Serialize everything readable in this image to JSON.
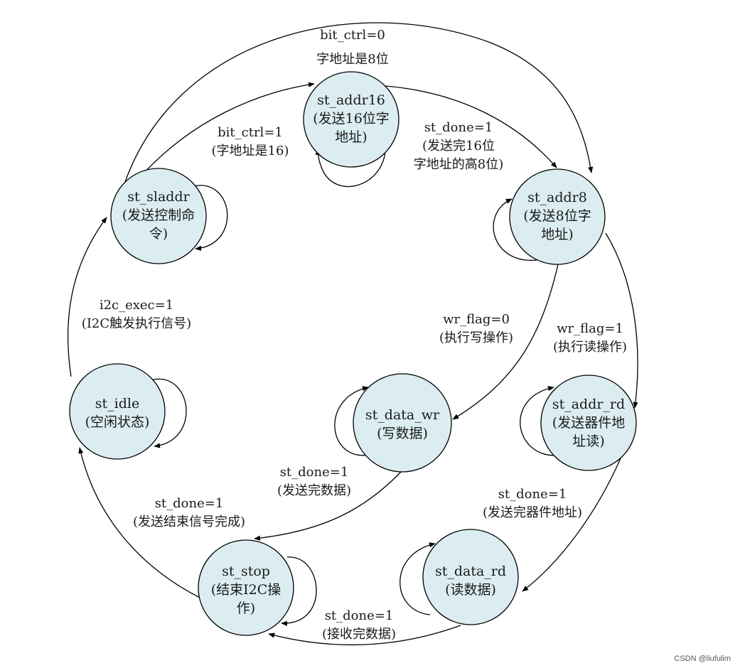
{
  "states": {
    "st_addr16": [
      "st_addr16",
      "(发送16位字",
      "地址)"
    ],
    "st_sladdr": [
      "st_sladdr",
      "(发送控制命",
      "令)"
    ],
    "st_addr8": [
      "st_addr8",
      "(发送8位字",
      "地址)"
    ],
    "st_idle": [
      "st_idle",
      "(空闲状态)"
    ],
    "st_data_wr": [
      "st_data_wr",
      "(写数据)"
    ],
    "st_addr_rd": [
      "st_addr_rd",
      "(发送器件地",
      "址读)"
    ],
    "st_stop": [
      "st_stop",
      "(结束I2C操",
      "作)"
    ],
    "st_data_rd": [
      "st_data_rd",
      "(读数据)"
    ]
  },
  "transitions": {
    "sladdr_to_addr8": [
      "bit_ctrl=0",
      "字地址是8位"
    ],
    "sladdr_to_addr16": [
      "bit_ctrl=1",
      "(字地址是16)"
    ],
    "addr16_to_addr8": [
      "st_done=1",
      "(发送完16位",
      "字地址的高8位)"
    ],
    "idle_to_sladdr": [
      "i2c_exec=1",
      "(I2C触发执行信号)"
    ],
    "addr8_to_data_wr": [
      "wr_flag=0",
      "(执行写操作)"
    ],
    "addr8_to_addr_rd": [
      "wr_flag=1",
      "(执行读操作)"
    ],
    "data_wr_to_stop": [
      "st_done=1",
      "(发送完数据)"
    ],
    "stop_to_idle": [
      "st_done=1",
      "(发送结束信号完成)"
    ],
    "addr_rd_to_data_rd": [
      "st_done=1",
      "(发送完器件地址)"
    ],
    "data_rd_to_stop": [
      "st_done=1",
      "(接收完数据)"
    ]
  },
  "watermark": "CSDN @liufulim"
}
